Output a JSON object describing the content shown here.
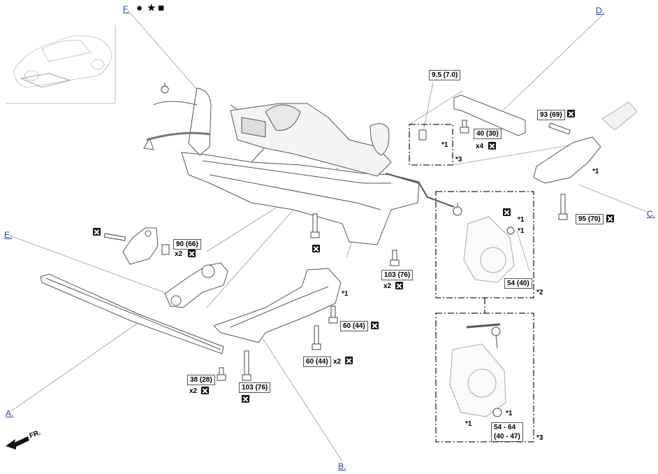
{
  "callouts": {
    "A": "A.",
    "B": "B.",
    "C": "C.",
    "D": "D.",
    "E": "E.",
    "F": "F."
  },
  "f_symbols": {
    "circle": "●",
    "star": "★",
    "square": "■"
  },
  "torques": {
    "t_9_5": "9.5 (7.0)",
    "t_40_30": "40 (30)",
    "t_93_69": "93 (69)",
    "t_95_70": "95 (70)",
    "t_90_66": "90 (66)",
    "t_103_76_a": "103 (76)",
    "t_54_40": "54 (40)",
    "t_60_44_a": "60 (44)",
    "t_60_44_b": "60 (44)",
    "t_38_28": "38 (28)",
    "t_103_76_b": "103 (76)",
    "t_54_64": "54 - 64\n(40 - 47)"
  },
  "quantities": {
    "x4": "x4",
    "x2": "x2"
  },
  "notes": {
    "star1": "*1",
    "star2": "*2",
    "star3": "*3"
  },
  "direction": {
    "front_label": "FR."
  },
  "icons": {
    "non_reusable": "x-box-icon",
    "front_arrow": "front-arrow-icon"
  },
  "colors": {
    "link": "#1a3fb0",
    "line": "#9a9a9a",
    "part": "#555555"
  }
}
